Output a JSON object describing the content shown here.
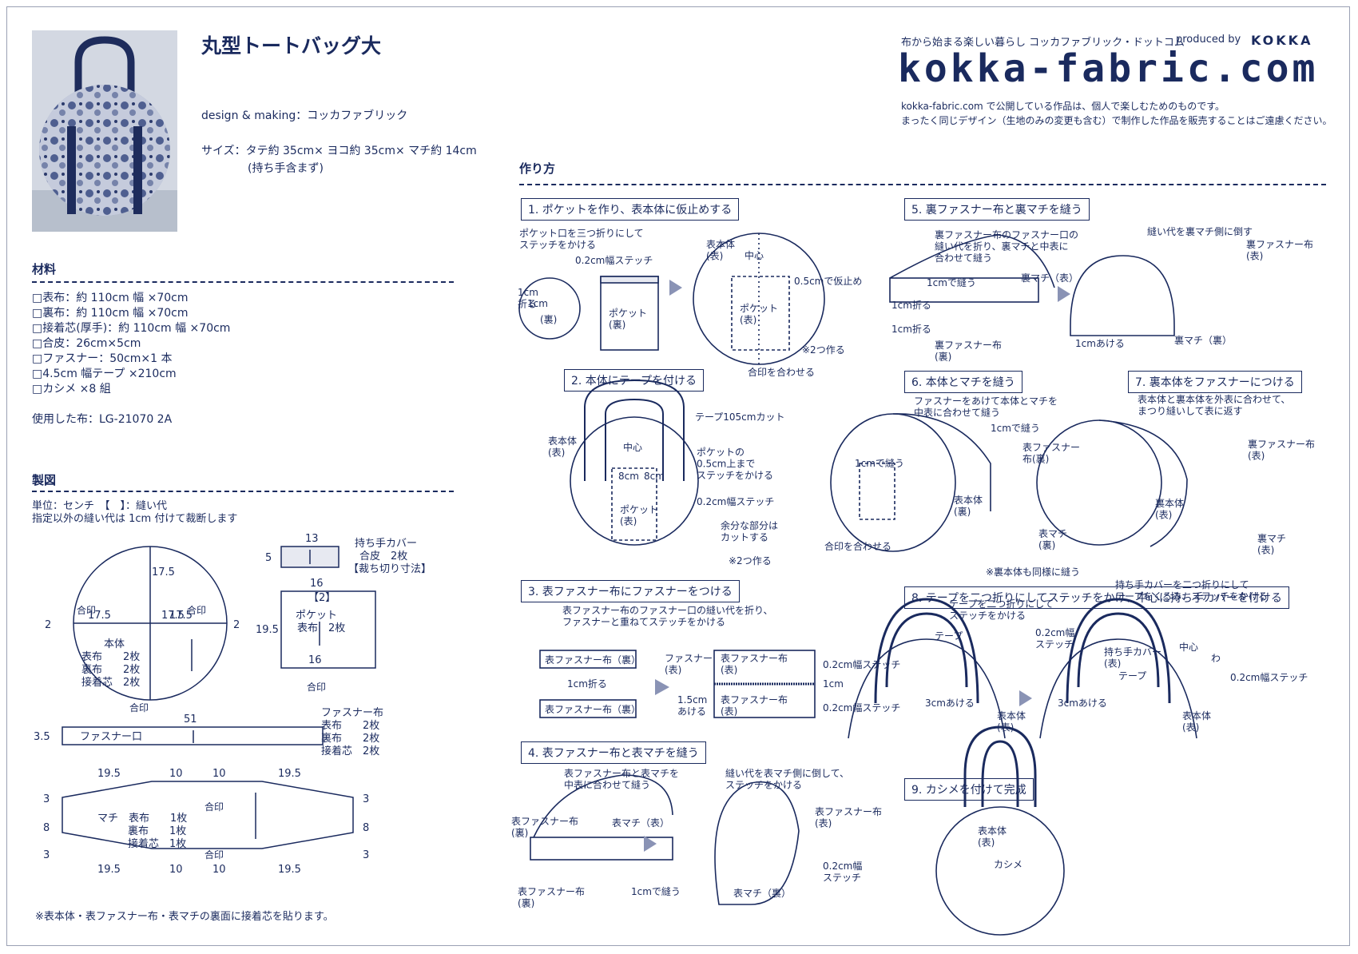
{
  "header": {
    "title": "丸型トートバッグ大",
    "design": "design & making：コッカファブリック",
    "size_line1": "サイズ：タテ約 35cm× ヨコ約 35cm× マチ約 14cm",
    "size_line2": "(持ち手含まず)",
    "tagline": "布から始まる楽しい暮らし コッカファブリック・ドットコム",
    "produced_by": "produced by",
    "brand": "KOKKA",
    "logo": "kokka-fabric.com",
    "notice1": "kokka-fabric.com で公開している作品は、個人で楽しむためのものです。",
    "notice2": "まったく同じデザイン（生地のみの変更も含む）で制作した作品を販売することはご遠慮ください。"
  },
  "materials": {
    "heading": "材料",
    "items": [
      "□表布：約 110cm 幅 ×70cm",
      "□裏布：約 110cm 幅 ×70cm",
      "□接着芯(厚手)：約 110cm 幅 ×70cm",
      "□合皮：26cm×5cm",
      "□ファスナー：50cm×1 本",
      "□4.5cm 幅テープ ×210cm",
      "□カシメ ×8 組"
    ],
    "fabric_used": "使用した布：LG-21070 2A"
  },
  "pattern": {
    "heading": "製図",
    "unit": "単位：センチ　【　】：縫い代",
    "note": "指定以外の縫い代は 1cm 付けて裁断します",
    "body_label": [
      "本体",
      "表布　　2枚",
      "裏布　　2枚",
      "接着芯　2枚"
    ],
    "dims": {
      "r175": "17.5",
      "two": "2",
      "aizirushi": "合印"
    },
    "handle_cover": [
      "持ち手カバー",
      "合皮　2枚",
      "【裁ち切り寸法】"
    ],
    "handle_w": "13",
    "handle_h": "5",
    "pocket": [
      "ポケット",
      "表布　2枚"
    ],
    "pocket_top": "16",
    "pocket_bottom": "16",
    "pocket_seam": "【2】",
    "pocket_h": "19.5",
    "zipper_cloth_label": "ファスナー口",
    "zipper_w": "51",
    "zipper_h": "3.5",
    "zipper_cloth": [
      "ファスナー布",
      "表布　　2枚",
      "裏布　　2枚",
      "接着芯　2枚"
    ],
    "gusset": [
      "マチ　表布　　1枚",
      "裏布　　1枚",
      "接着芯　1枚"
    ],
    "gusset_dims": [
      "19.5",
      "10",
      "10",
      "19.5"
    ],
    "gusset_side": [
      "3",
      "8",
      "3"
    ],
    "footnote": "※表本体・表ファスナー布・表マチの裏面に接着芯を貼ります。"
  },
  "howto": {
    "heading": "作り方",
    "steps": [
      "1. ポケットを作り、表本体に仮止めする",
      "2. 本体にテープを付ける",
      "3. 表ファスナー布にファスナーをつける",
      "4. 表ファスナー布と表マチを縫う",
      "5. 裏ファスナー布と裏マチを縫う",
      "6. 本体とマチを縫う",
      "7. 裏本体をファスナーにつける",
      "8. テープを二つ折りにしてステッチをかけ、中心に持ち手カバーを付ける",
      "9. カシメを付けて完成"
    ],
    "s1": {
      "note": "ポケット口を三つ折りにして\nステッチをかける",
      "stitch": "0.2cm幅ステッチ",
      "fold": "1cm\n折る",
      "one_cm": "1cm",
      "ura": "(裏)",
      "pocket_ura": "ポケット\n(裏)",
      "body_front": "表本体\n(表)",
      "center": "中心",
      "tack": "0.5cmで仮止め",
      "pocket_front": "ポケット\n(表)",
      "two_make": "※2つ作る",
      "align": "合印を合わせる"
    },
    "s2": {
      "tape": "テープ105cmカット",
      "body_front": "表本体\n(表)",
      "center": "中心",
      "eight": "8cm",
      "pocket_stitch": "ポケットの\n0.5cm上まで\nステッチをかける",
      "stitch": "0.2cm幅ステッチ",
      "pocket_front": "ポケット\n(表)",
      "cut": "余分な部分は\nカットする",
      "two_make": "※2つ作る"
    },
    "s3": {
      "note": "表ファスナー布のファスナー口の縫い代を折り、\nファスナーと重ねてステッチをかける",
      "zip_cloth_back": "表ファスナー布（裏）",
      "fold": "1cm折る",
      "zipper": "ファスナー\n(表)",
      "zip_cloth_front": "表ファスナー布\n(表)",
      "stitch": "0.2cm幅ステッチ",
      "one_cm": "1cm",
      "open": "1.5cm\nあける"
    },
    "s4": {
      "note1": "表ファスナー布と表マチを\n中表に合わせて縫う",
      "zip_cloth_back": "表ファスナー布\n(裏)",
      "gusset_front": "表マチ（表）",
      "sew": "1cmで縫う",
      "note2": "縫い代を表マチ側に倒して、\nステッチをかける",
      "zip_cloth_front": "表ファスナー布\n(表)",
      "stitch": "0.2cm幅\nステッチ",
      "gusset_back": "表マチ（裏）"
    },
    "s5": {
      "note1": "裏ファスナー布のファスナー口の\n縫い代を折り、裏マチと中表に\n合わせて縫う",
      "sew": "1cmで縫う",
      "gusset_front": "裏マチ（表）",
      "fold": "1cm折る",
      "zip_cloth_back": "裏ファスナー布\n(裏)",
      "open": "1cmあける",
      "note2": "縫い代を裏マチ側に倒す",
      "zip_cloth_front": "裏ファスナー布\n(表)",
      "gusset_back": "裏マチ（裏）"
    },
    "s6": {
      "note": "ファスナーをあけて本体とマチを\n中表に合わせて縫う",
      "sew": "1cmで縫う",
      "zip_cloth": "表ファスナー\n布(裏)",
      "body": "表本体\n(裏)",
      "align": "合印を合わせる",
      "gusset": "表マチ\n(裏)",
      "lining_note": "※裏本体も同様に縫う"
    },
    "s7": {
      "note": "表本体と裏本体を外表に合わせて、\nまつり縫いして表に返す",
      "zip_cloth": "裏ファスナー布\n(表)",
      "body": "裏本体\n(表)",
      "gusset": "裏マチ\n(表)"
    },
    "s8": {
      "note1": "テープを二つ折りにして\nステッチをかける",
      "tape": "テープ",
      "stitch": "0.2cm幅\nステッチ",
      "open": "3cmあける",
      "body": "表本体\n(表)",
      "note2": "持ち手カバーを二つ折りにして\nテープをくるみ、ステッチをかける",
      "cover": "持ち手カバー\n(表)",
      "center": "中心",
      "wa": "わ",
      "stitch2": "0.2cm幅ステッチ"
    },
    "s9": {
      "body": "表本体\n(表)",
      "rivet": "カシメ"
    }
  }
}
